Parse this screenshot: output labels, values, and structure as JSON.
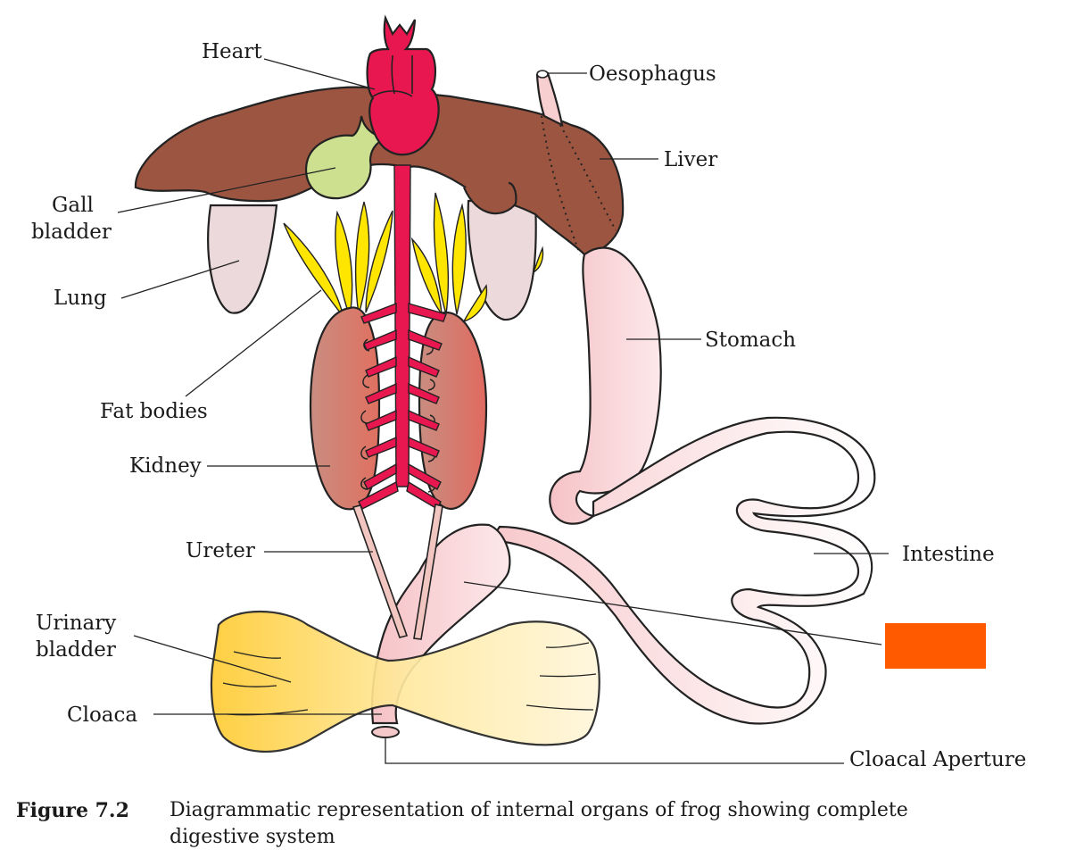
{
  "labels": {
    "heart": "Heart",
    "oesophagus": "Oesophagus",
    "liver": "Liver",
    "gall_bladder": [
      "Gall",
      "bladder"
    ],
    "lung": "Lung",
    "stomach": "Stomach",
    "fat_bodies": "Fat bodies",
    "kidney": "Kidney",
    "ureter": "Ureter",
    "intestine": "Intestine",
    "urinary_bladder": [
      "Urinary",
      "bladder"
    ],
    "cloaca": "Cloaca",
    "cloacal_aperture": "Cloacal Aperture"
  },
  "caption": {
    "number": "Figure 7.2",
    "text": "Diagrammatic representation of internal organs of frog showing complete digestive system"
  },
  "colors": {
    "liver": "#9c5540",
    "heart": "#e8174f",
    "gall_bladder": "#cde08f",
    "lung": "#ecd9db",
    "fat_bodies": "#ffe600",
    "kidney": "#d2766b",
    "gut": "#f8cfd1",
    "bladder": "#ffd86a",
    "redaction_box": "#ff5a00"
  }
}
